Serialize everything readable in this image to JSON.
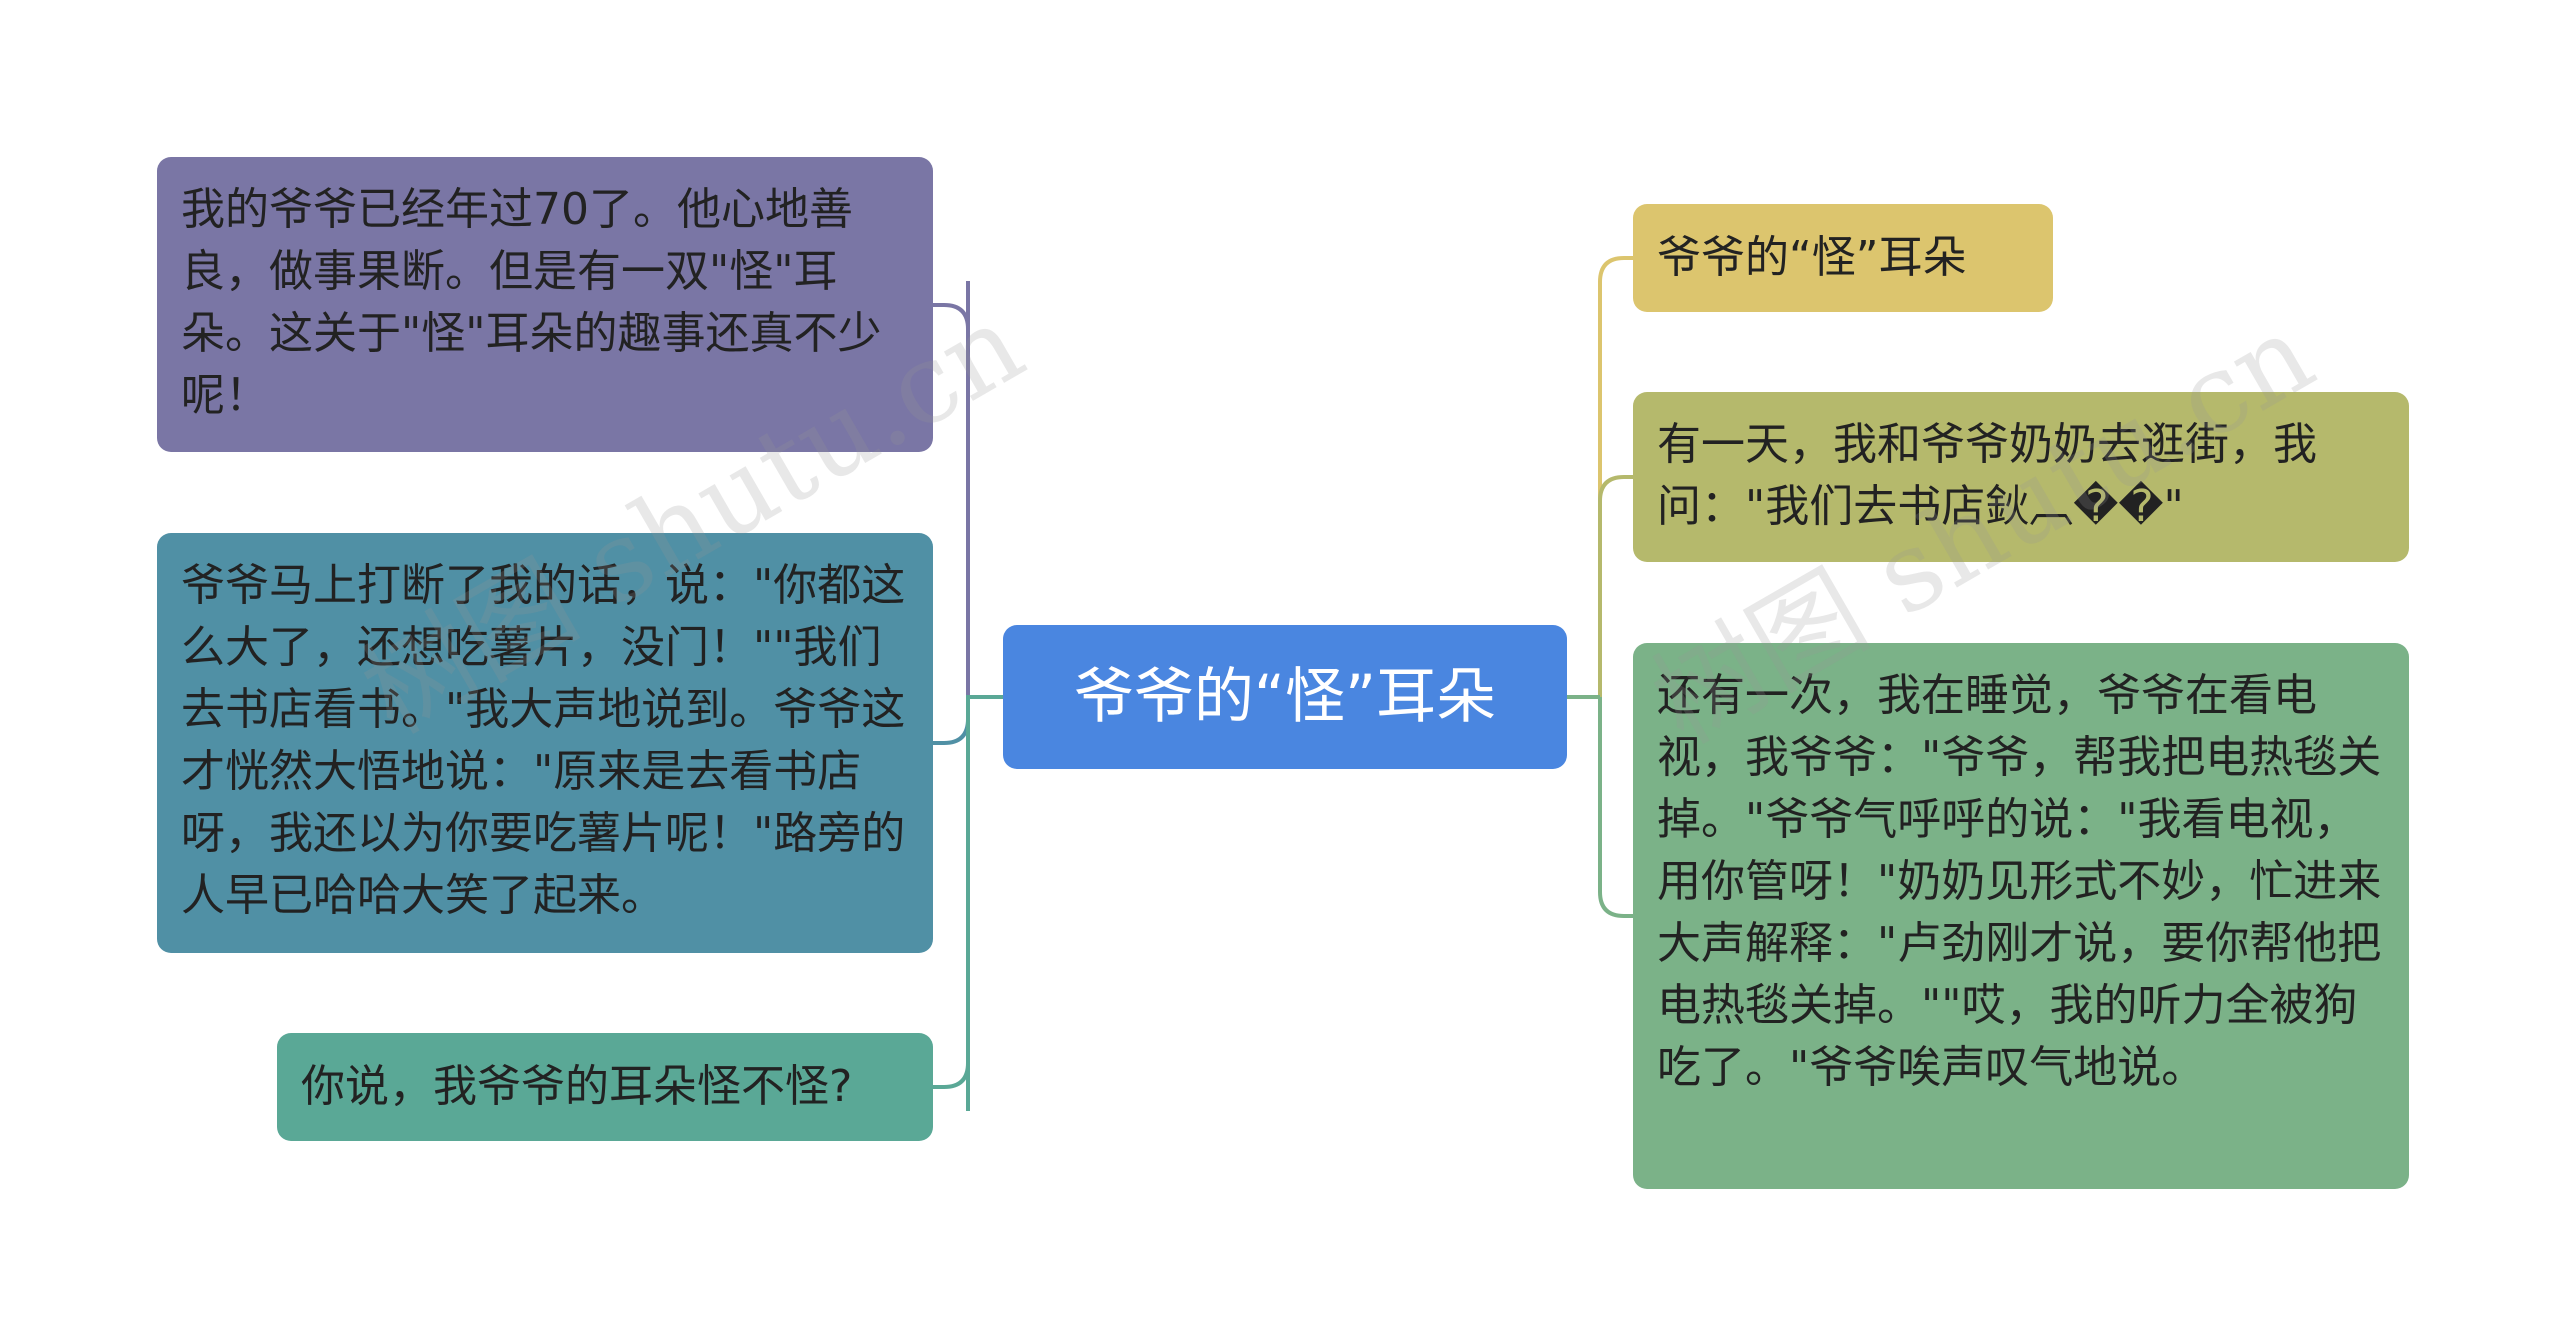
{
  "mindmap": {
    "root": {
      "text": "爷爷的“怪”耳朵",
      "color": "#4a86e0"
    },
    "left": [
      {
        "text": "我的爷爷已经年过70了。他心地善良，做事果断。但是有一双\"怪\"耳朵。这关于\"怪\"耳朵的趣事还真不少呢！",
        "color": "#7a76a5",
        "line_color": "#7a76a5"
      },
      {
        "text": "爷爷马上打断了我的话，说：\"你都这么大了，还想吃薯片，没门！\"\"我们去书店看书。\"我大声地说到。爷爷这才恍然大悟地说：\"原来是去看书店呀，我还以为你要吃薯片呢！\"路旁的人早已哈哈大笑了起来。",
        "color": "#5090a5",
        "line_color": "#5090a5"
      },
      {
        "text": "你说，我爷爷的耳朵怪不怪?",
        "color": "#5aa896",
        "line_color": "#5aa896"
      }
    ],
    "right": [
      {
        "text": "爷爷的“怪”耳朵",
        "color": "#dcc56e",
        "line_color": "#dcc56e"
      },
      {
        "text": "有一天，我和爷爷奶奶去逛街，我问：\"我们去书店鈥︹��\"",
        "color": "#b5b96c",
        "line_color": "#b5b96c"
      },
      {
        "text": "还有一次，我在睡觉，爷爷在看电视，我爷爷：\"爷爷，帮我把电热毯关掉。\"爷爷气呼呼的说：\"我看电视，用你管呀！\"奶奶见形式不妙，忙进来大声解释：\"卢劲刚才说，要你帮他把电热毯关掉。\"\"哎，我的听力全被狗吃了。\"爷爷唉声叹气地说。",
        "color": "#7bb288",
        "line_color": "#7bb288"
      }
    ]
  },
  "watermark": {
    "left": "树图 shutu.cn",
    "right": "树图 shutu.cn"
  }
}
